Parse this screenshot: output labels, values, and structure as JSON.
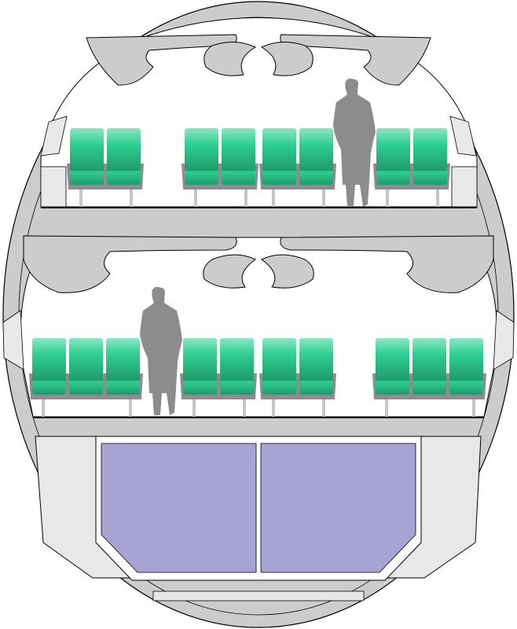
{
  "colors": {
    "fuselage": "#cccccc",
    "cabin": "#ffffff",
    "seat_top": "#7fe0bb",
    "seat_mid": "#2ecf92",
    "seat_bottom": "#1f9a6c",
    "seat_frame": "#8e8b93",
    "seat_leg": "#c6c3d2",
    "person": "#8c8c8c",
    "cargo_frame": "#e8e8e8",
    "cargo_container": "#a7a4d4"
  },
  "upper_deck_seat_groups": [
    2,
    2,
    2,
    2
  ],
  "main_deck_seat_groups": [
    3,
    2,
    2,
    3
  ]
}
